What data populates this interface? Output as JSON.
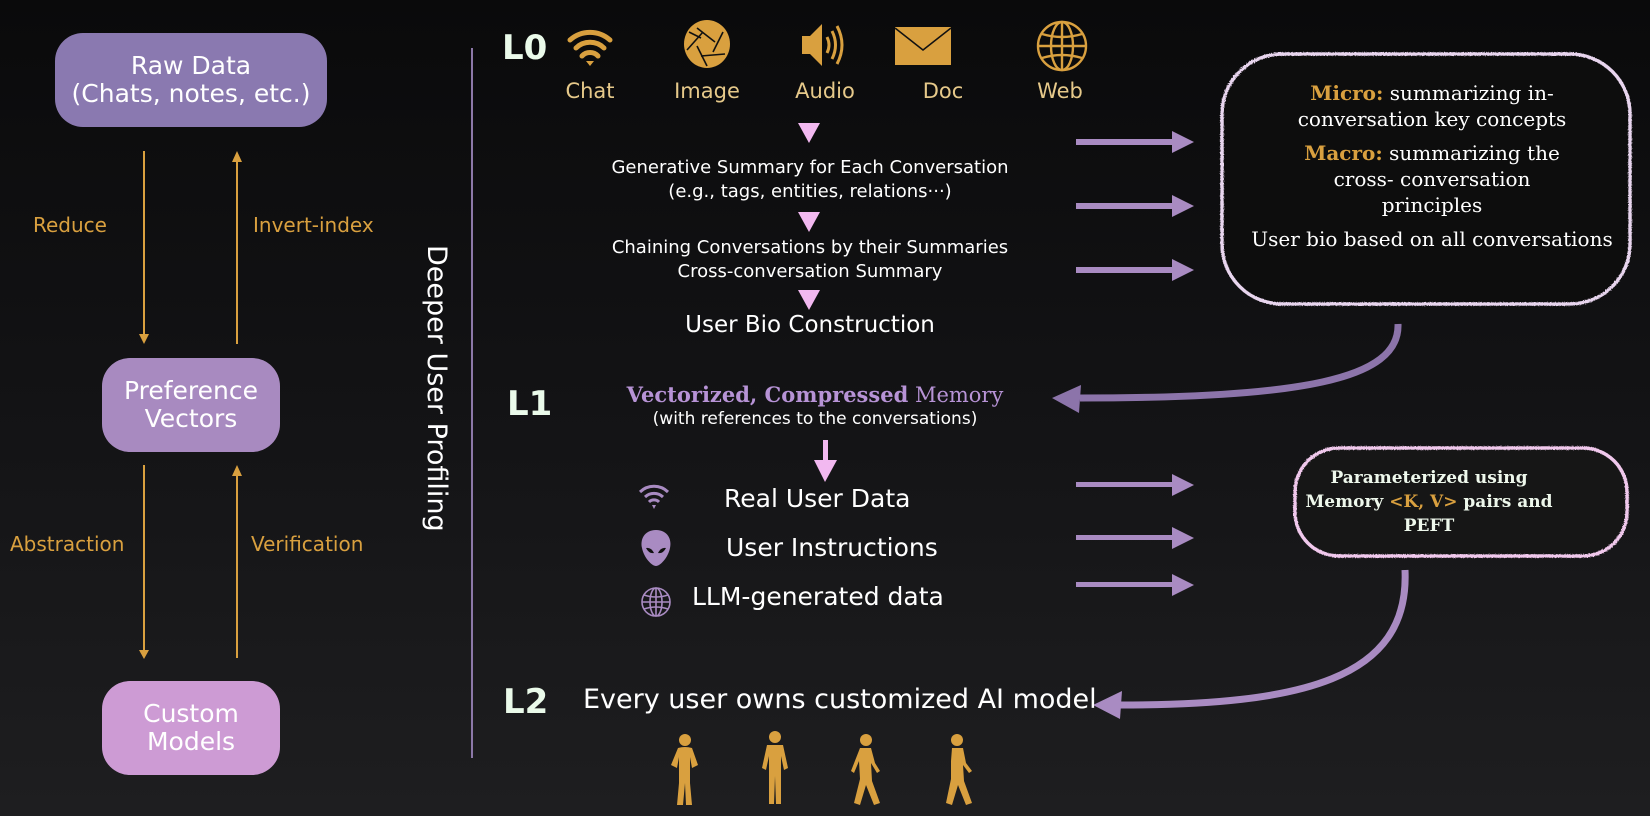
{
  "left_column": {
    "boxes": {
      "raw_data": [
        "Raw Data",
        "(Chats, notes, etc.)"
      ],
      "preference_vectors": [
        "Preference",
        "Vectors"
      ],
      "custom_models": [
        "Custom",
        "Models"
      ]
    },
    "labels": {
      "reduce": "Reduce",
      "invert_index": "Invert-index",
      "abstraction": "Abstraction",
      "verification": "Verification"
    }
  },
  "vertical_title": "Deeper User Profiling",
  "levels": {
    "l0": "L0",
    "l1": "L1",
    "l2": "L2"
  },
  "sources": [
    {
      "label": "Chat",
      "icon": "wifi-icon"
    },
    {
      "label": "Image",
      "icon": "aperture-icon"
    },
    {
      "label": "Audio",
      "icon": "speaker-icon"
    },
    {
      "label": "Doc",
      "icon": "envelope-icon"
    },
    {
      "label": "Web",
      "icon": "globe-icon"
    }
  ],
  "l0_flow": {
    "step1_line1": "Generative Summary for Each Conversation",
    "step1_line2": "(e.g., tags, entities, relations···)",
    "step2_line1": "Chaining Conversations by their Summaries",
    "step2_line2": "Cross-conversation Summary",
    "step3": "User Bio Construction"
  },
  "l0_panel": {
    "micro_label": "Micro:",
    "micro_text_1": "summarizing in-",
    "micro_text_2": "conversation key concepts",
    "macro_label": "Macro:",
    "macro_text_1": "summarizing the",
    "macro_text_2": "cross- conversation",
    "macro_text_3": "principles",
    "bio_text": "User bio based on all conversations"
  },
  "l1": {
    "title_bold": "Vectorized, Compressed",
    "title_plain": "Memory",
    "subtitle": "(with references to the conversations)",
    "items": [
      {
        "label": "Real User Data",
        "icon": "wifi-icon"
      },
      {
        "label": "User Instructions",
        "icon": "alien-icon"
      },
      {
        "label": "LLM-generated data",
        "icon": "globe-icon"
      }
    ]
  },
  "l1_panel": {
    "line1": "Parameterized using",
    "line2_a": "Memory",
    "line2_kv": "<K, V>",
    "line2_b": "pairs and",
    "line3": "PEFT"
  },
  "l2": {
    "text": "Every user owns customized AI model",
    "people_count": 4
  },
  "colors": {
    "gold": "#d9a03f",
    "lavender": "#a98bc2",
    "box_raw": "#8a79b0",
    "box_pref": "#a88ac0",
    "box_custom": "#cd9bd4",
    "pink_arrow": "#f2b8f0"
  }
}
